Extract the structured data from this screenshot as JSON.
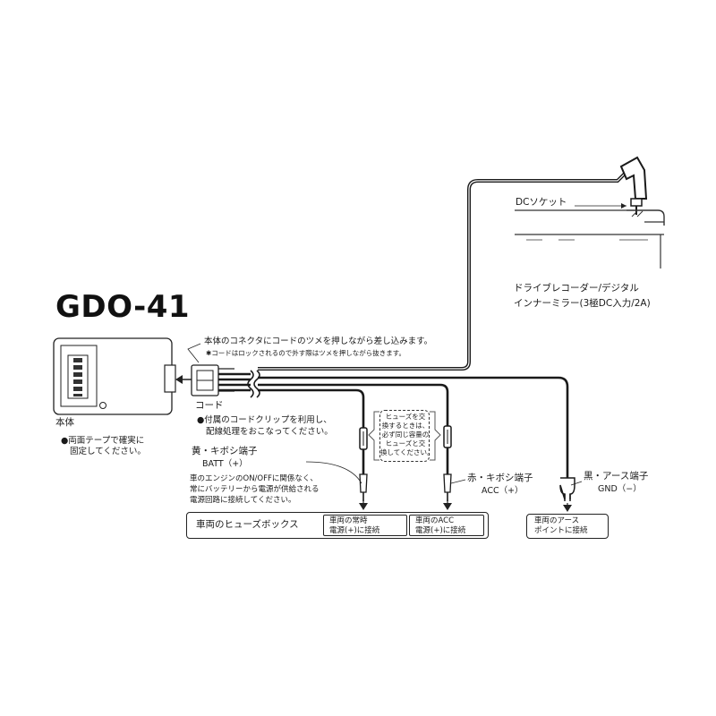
{
  "title": "GDO-41",
  "unit": {
    "label": "本体",
    "note": [
      "両面テープで確実に",
      "固定してください。"
    ]
  },
  "cord": {
    "label": "コード",
    "note_main": "本体のコネクタにコードのツメを押しながら差し込みます。",
    "note_sub": "コードはロックされるので外す際はツメを押しながら抜きます。",
    "clip_note": [
      "付属のコードクリップを利用し、",
      "配線処理をおこなってください。"
    ]
  },
  "dc_socket": {
    "label": "DCソケット",
    "device": [
      "ドライブレコーダー/デジタル",
      "インナーミラー(3極DC入力/2A)"
    ]
  },
  "fuse_note": [
    "ヒューズを交",
    "換するときは、",
    "必ず同じ容量の",
    "ヒューズと交",
    "換してください。"
  ],
  "terminals": {
    "batt": {
      "name": "黄・キボシ端子",
      "sub": "BATT（+）"
    },
    "acc": {
      "name": "赤・キボシ端子",
      "sub": "ACC（+）"
    },
    "gnd": {
      "name": "黒・アース端子",
      "sub": "GND（−）"
    }
  },
  "batt_note": [
    "車のエンジンのON/OFFに関係なく、",
    "常にバッテリーから電源が供給される",
    "電源回路に接続してください。"
  ],
  "fusebox": {
    "label": "車両のヒューズボックス",
    "constant": [
      "車両の常時",
      "電源(+)に接続"
    ],
    "acc": [
      "車両のACC",
      "電源(+)に接続"
    ]
  },
  "earth": [
    "車両のアース",
    "ポイントに接続"
  ],
  "colors": {
    "wire": "#1a1a1a",
    "background": "#ffffff"
  }
}
